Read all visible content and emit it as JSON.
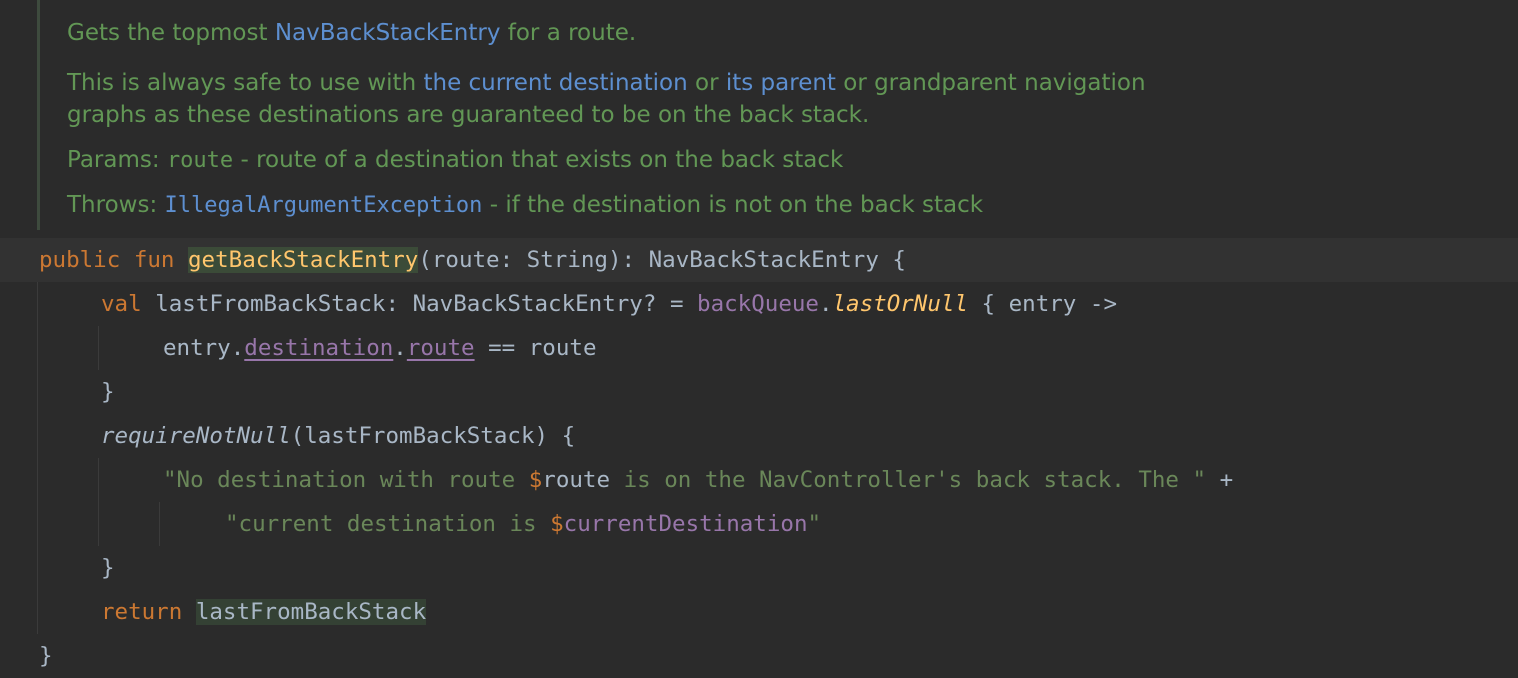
{
  "doc": {
    "summary": {
      "before": "Gets the topmost ",
      "link": "NavBackStackEntry",
      "after": " for a route."
    },
    "para": {
      "line1_a": "This is always safe to use with ",
      "line1_link1": "the current destination",
      "line1_b": " or ",
      "line1_link2": "its parent",
      "line1_c": " or grandparent navigation",
      "line2": "graphs as these destinations are guaranteed to be on the back stack."
    },
    "params": {
      "label": "Params:",
      "name": "route",
      "desc": " - route of a destination that exists on the back stack"
    },
    "throws": {
      "label": "Throws:",
      "type": "IllegalArgumentException",
      "desc": " - if the destination is not on the back stack"
    }
  },
  "code": {
    "l1": {
      "kw1": "public",
      "kw2": "fun",
      "name": "getBackStackEntry",
      "params": "(route: String): NavBackStackEntry {"
    },
    "l2": {
      "kw": "val",
      "decl": "lastFromBackStack: NavBackStackEntry? = ",
      "prop": "backQueue",
      "dot": ".",
      "ext": "lastOrNull",
      "rest": " { entry ->"
    },
    "l3": {
      "a": "entry.",
      "p1": "destination",
      "dot": ".",
      "p2": "route",
      "rest": " == route"
    },
    "l4": "}",
    "l5": {
      "fn": "requireNotNull",
      "rest": "(lastFromBackStack) {"
    },
    "l6": {
      "s1": "\"No destination with route ",
      "dollar": "$",
      "var": "route",
      "s2": " is on the NavController's back stack. The \"",
      "plus": " +"
    },
    "l7": {
      "s1": "\"current destination is ",
      "dollar": "$",
      "var": "currentDestination",
      "s2": "\""
    },
    "l8": "}",
    "l9": {
      "kw": "return",
      "var": "lastFromBackStack"
    },
    "l10": "}"
  }
}
